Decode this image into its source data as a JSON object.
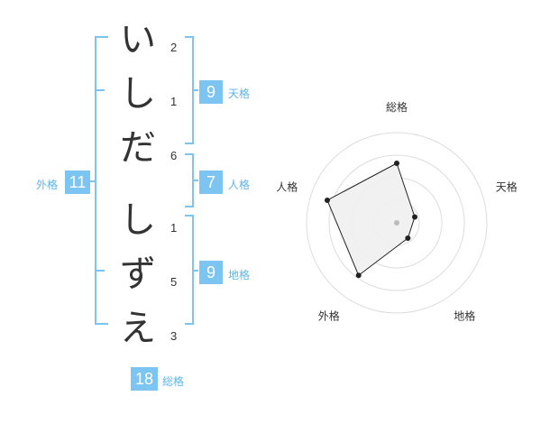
{
  "name_chars": [
    {
      "char": "い",
      "strokes": "2"
    },
    {
      "char": "し",
      "strokes": "1"
    },
    {
      "char": "だ",
      "strokes": "6"
    },
    {
      "char": "し",
      "strokes": "1"
    },
    {
      "char": "ず",
      "strokes": "5"
    },
    {
      "char": "え",
      "strokes": "3"
    }
  ],
  "kaku": {
    "tenkaku": {
      "value": "9",
      "label": "天格"
    },
    "jinkaku": {
      "value": "7",
      "label": "人格"
    },
    "chikaku": {
      "value": "9",
      "label": "地格"
    },
    "gaikaku": {
      "value": "11",
      "label": "外格"
    },
    "soukaku": {
      "value": "18",
      "label": "総格"
    }
  },
  "colors": {
    "accent": "#7cc4f2",
    "accent_text": "#5bb4ec",
    "bracket": "#7cc4f2",
    "radar_fill": "#efefef",
    "ring": "#dddddd"
  },
  "chart_data": {
    "type": "radar",
    "axes": [
      "総格",
      "天格",
      "地格",
      "外格",
      "人格"
    ],
    "values": [
      0.66,
      0.21,
      0.21,
      0.72,
      0.81
    ],
    "max": 1.0,
    "rings": 4
  }
}
